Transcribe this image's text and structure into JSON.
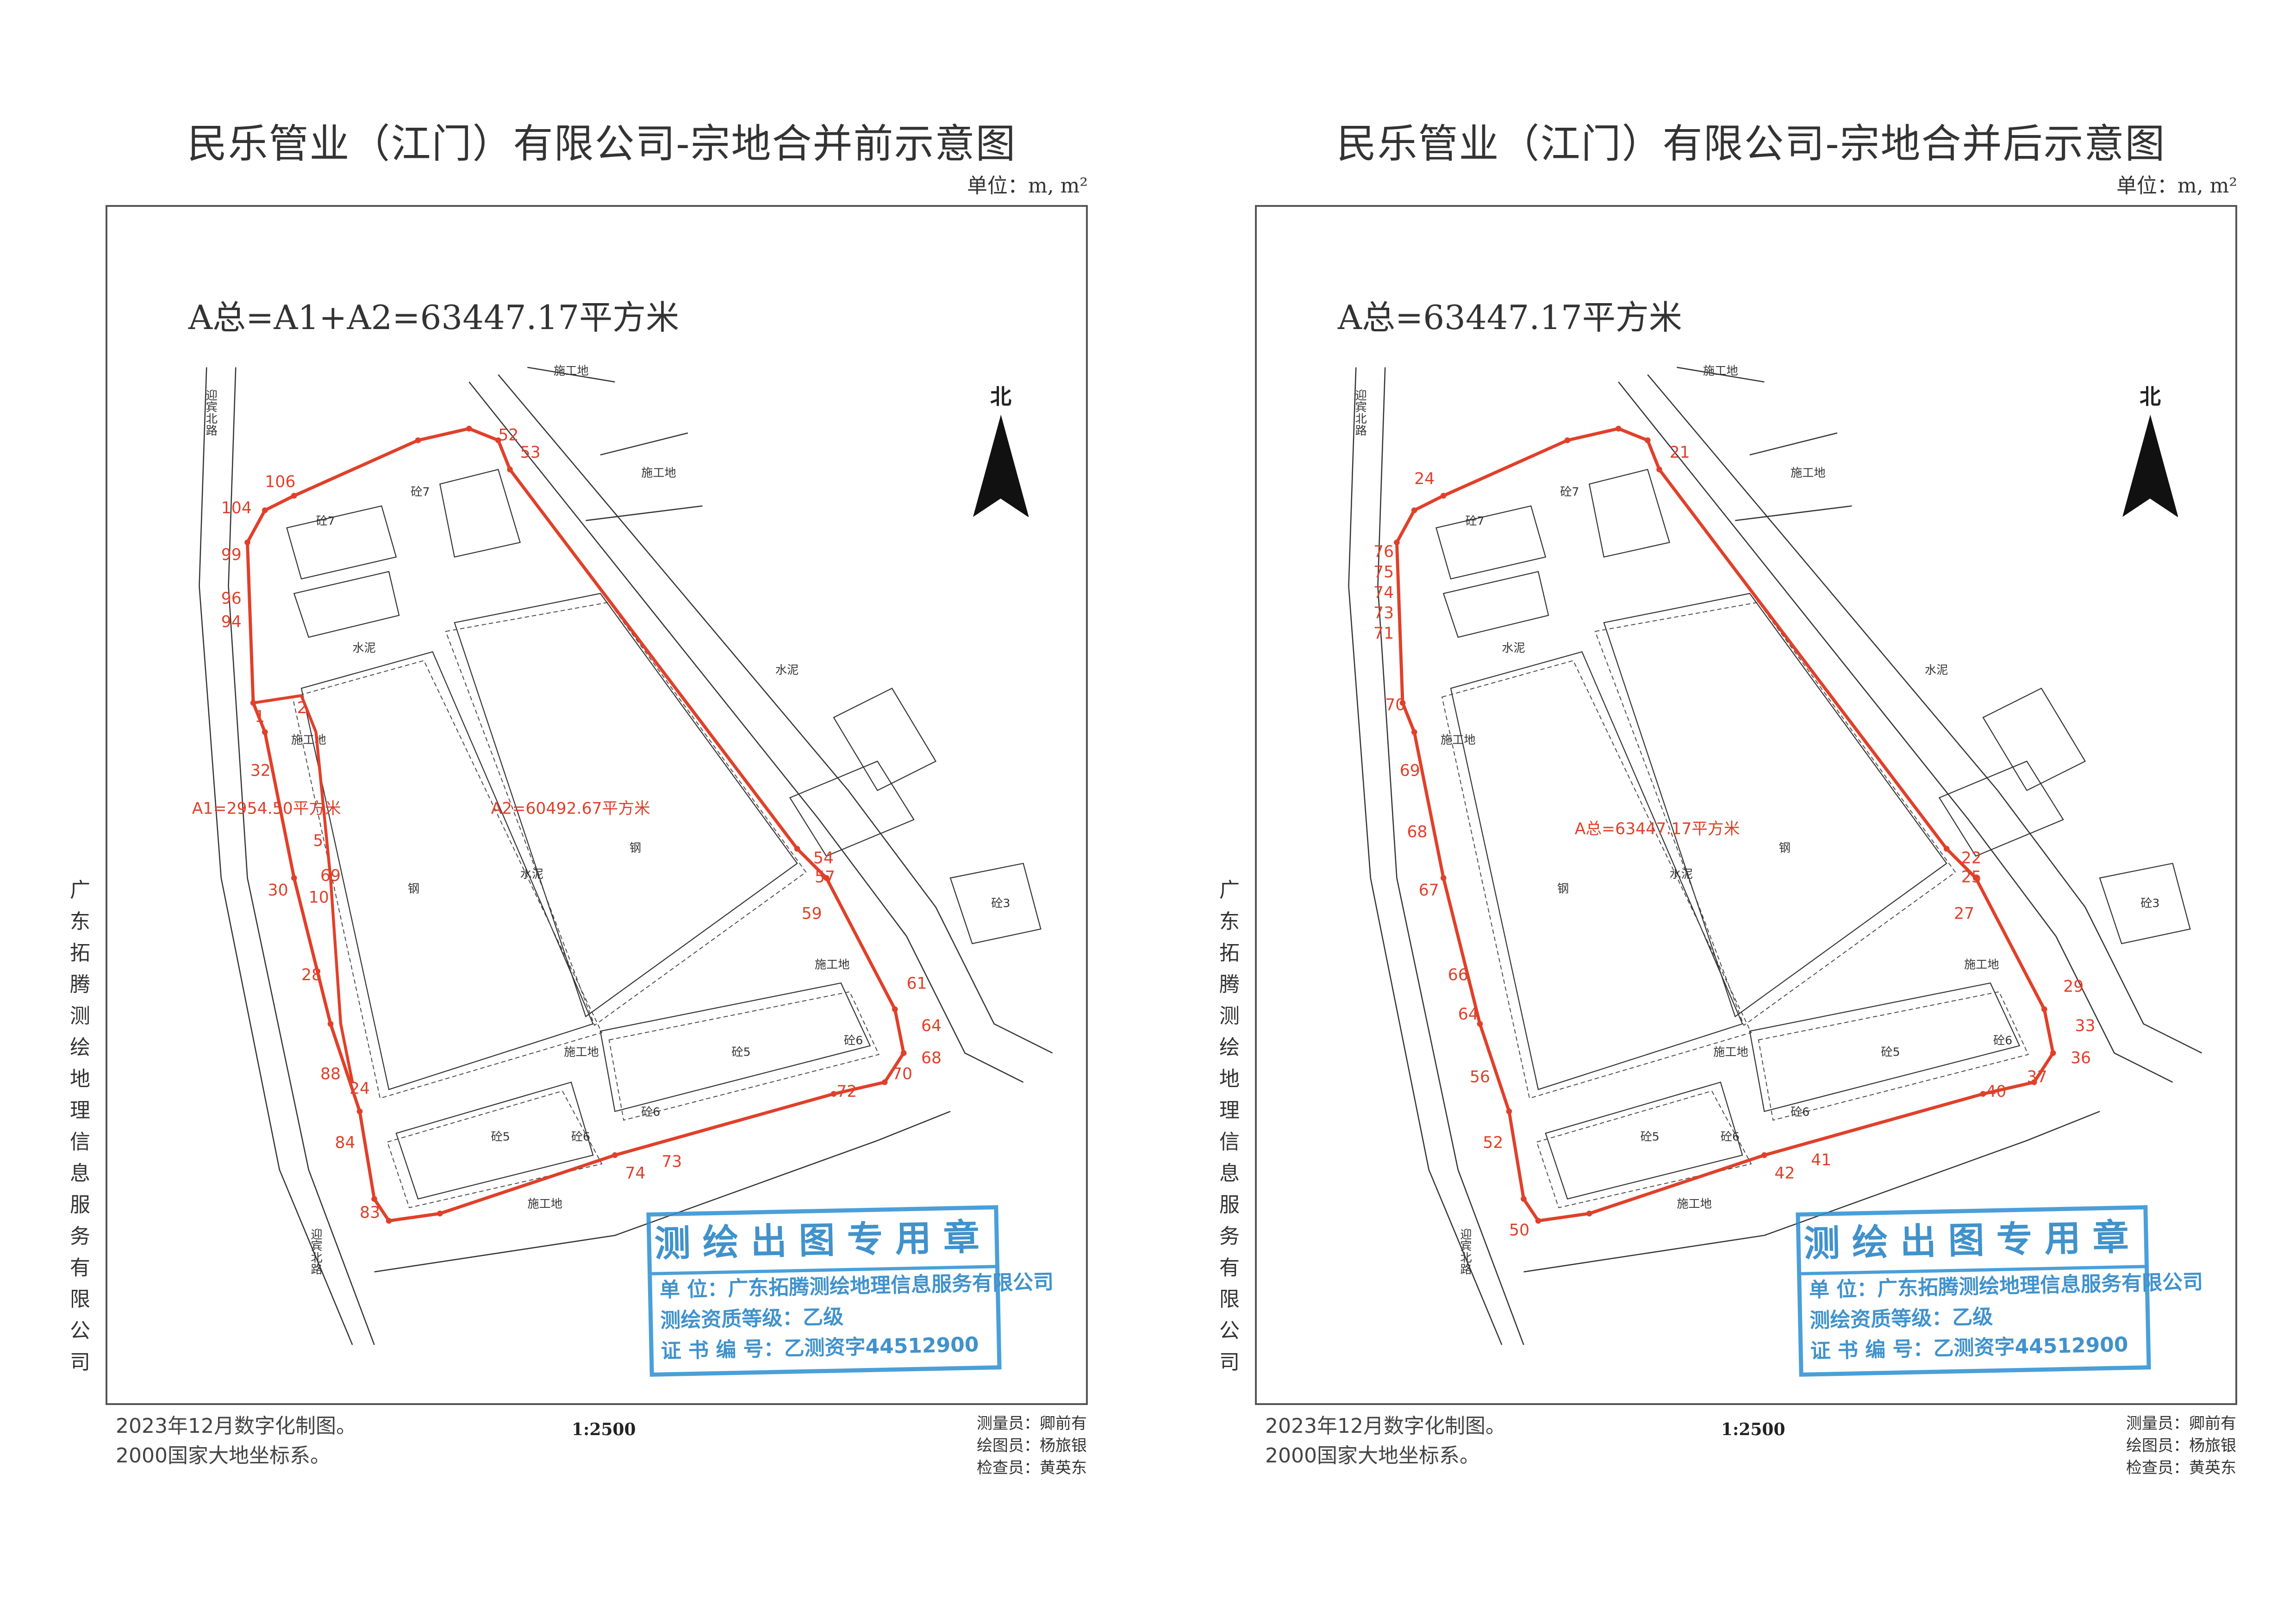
{
  "panels": [
    {
      "title": "民乐管业（江门）有限公司-宗地合并前示意图",
      "unit": "单位：m, m²",
      "area_total": "A总=A1+A2=63447.17平方米",
      "areas": [
        "A1=2954.50平方米",
        "A2=60492.67平方米"
      ],
      "points": [
        "106",
        "104",
        "99",
        "96",
        "94",
        "53",
        "52",
        "1",
        "2",
        "32",
        "5",
        "30",
        "10",
        "69",
        "28",
        "88",
        "24",
        "84",
        "83",
        "74",
        "73",
        "72",
        "70",
        "68",
        "64",
        "61",
        "59",
        "57",
        "54"
      ]
    },
    {
      "title": "民乐管业（江门）有限公司-宗地合并后示意图",
      "unit": "单位：m, m²",
      "area_total": "A总=63447.17平方米",
      "areas": [
        "A总=63447.17平方米"
      ],
      "points": [
        "21",
        "24",
        "76",
        "75",
        "74",
        "73",
        "71",
        "70",
        "69",
        "68",
        "67",
        "66",
        "64",
        "56",
        "52",
        "50",
        "42",
        "41",
        "40",
        "37",
        "36",
        "33",
        "29",
        "27",
        "25",
        "22"
      ]
    }
  ],
  "map_labels": [
    "施工地",
    "施工地",
    "水泥",
    "水泥",
    "钢",
    "钢",
    "砼7",
    "砼7",
    "砼5",
    "砼5",
    "砼6",
    "砼6",
    "施工地",
    "施工地",
    "施工地",
    "砼6",
    "水泥",
    "砼3",
    "施工地",
    "迎宾北路",
    "迎宾北路"
  ],
  "north_label": "北",
  "side_text": "广东拓腾测绘地理信息服务有限公司",
  "footer": {
    "date": "2023年12月数字化制图。",
    "crs": "2000国家大地坐标系。",
    "scale": "1:2500",
    "surveyor": "测量员：卿前有",
    "drafter": "绘图员：杨旅银",
    "checker": "检查员：黄英东"
  },
  "stamp": {
    "title": "测绘出图专用章",
    "unit": "单 位：广东拓腾测绘地理信息服务有限公司",
    "grade": "测绘资质等级：乙级",
    "cert": "证 书 编 号：乙测资字44512900"
  },
  "colors": {
    "boundary": "#e0402a",
    "stamp": "#2b8fd3"
  }
}
